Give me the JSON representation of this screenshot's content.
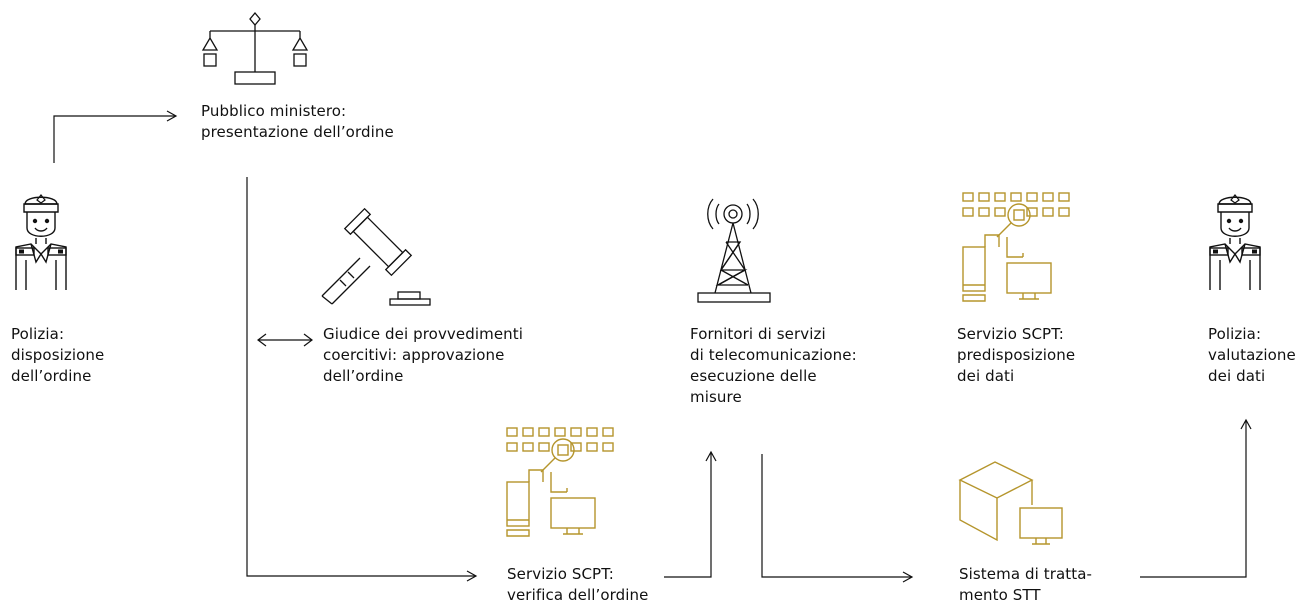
{
  "palette": {
    "line": "#111111",
    "accent": "#b5952c",
    "background": "#ffffff"
  },
  "icons": {
    "scales": "scales-of-justice-icon",
    "gavel": "gavel-icon",
    "antenna": "telecom-antenna-icon",
    "police": "police-officer-icon",
    "data_processing": "data-devices-icon",
    "system": "processing-system-icon"
  },
  "nodes": {
    "police_order": {
      "line1": "Polizia:",
      "line2": "disposizione",
      "line3": "dell’ordine"
    },
    "prosecutor": {
      "line1": "Pubblico ministero:",
      "line2": "presentazione dell’ordine"
    },
    "judge": {
      "line1": "Giudice dei provvedimenti",
      "line2": "coercitivi: approvazione",
      "line3": "dell’ordine"
    },
    "scpt_verify": {
      "line1": "Servizio SCPT:",
      "line2": "verifica dell’ordine"
    },
    "providers": {
      "line1": "Fornitori di servizi",
      "line2": "di telecomunicazione:",
      "line3": "esecuzione delle",
      "line4": "misure"
    },
    "scpt_prepare": {
      "line1": "Servizio SCPT:",
      "line2": "predisposizione",
      "line3": "dei dati"
    },
    "stt_system": {
      "line1": "Sistema di tratta-",
      "line2": "mento STT"
    },
    "police_eval": {
      "line1": "Polizia:",
      "line2": "valutazione",
      "line3": "dei dati"
    }
  }
}
